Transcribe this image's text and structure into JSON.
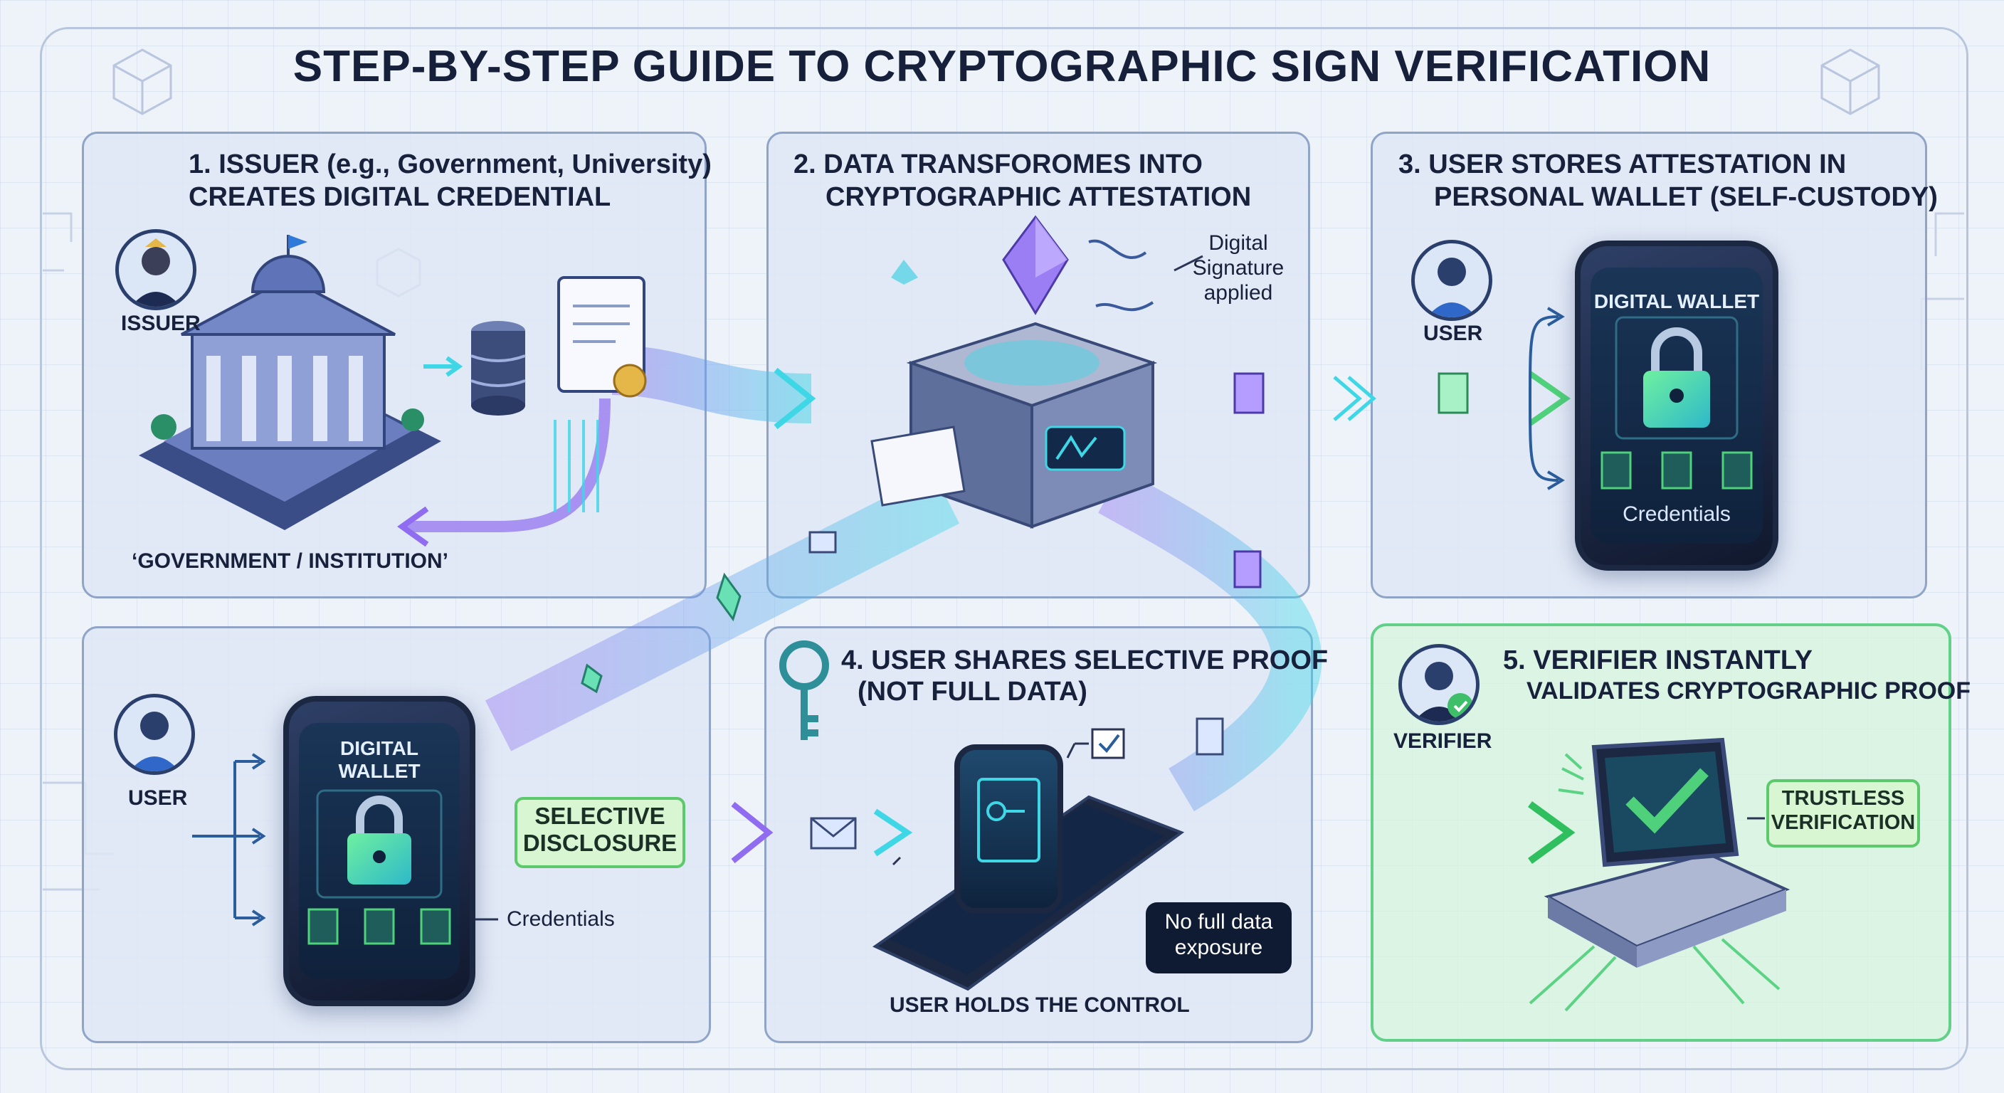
{
  "title": "STEP-BY-STEP GUIDE TO CRYPTOGRAPHIC SIGN VERIFICATION",
  "steps": {
    "s1": {
      "line1": "1. ISSUER (e.g., Government, University)",
      "line2": "CREATES DIGITAL CREDENTIAL",
      "role": "ISSUER",
      "caption": "‘GOVERNMENT / INSTITUTION’"
    },
    "s2": {
      "line1": "2.  DATA TRANSFOROMES INTO",
      "line2": "CRYPTOGRAPHIC ATTESTATION",
      "sig_line1": "Digital",
      "sig_line2": "Signature",
      "sig_line3": "applied"
    },
    "s3": {
      "line1": "3.  USER STORES ATTESTATION IN",
      "line2": "PERSONAL WALLET (SELF-CUSTODY)",
      "role": "USER",
      "wallet_title": "DIGITAL WALLET",
      "credentials": "Credentials"
    },
    "s4": {
      "line1": "4. USER SHARES SELECTIVE PROOF",
      "line2": "(NOT FULL DATA)",
      "callout_line1": "No full data",
      "callout_line2": "exposure",
      "caption": "USER HOLDS THE CONTROL"
    },
    "s4left": {
      "role": "USER",
      "wallet_line1": "DIGITAL",
      "wallet_line2": "WALLET",
      "credentials": "Credentials",
      "tag_line1": "SELECTIVE",
      "tag_line2": "DISCLOSURE"
    },
    "s5": {
      "line1": "5. VERIFIER INSTANTLY",
      "line2": "VALIDATES CRYPTOGRAPHIC PROOF",
      "role": "VERIFIER",
      "tag_line1": "TRUSTLESS",
      "tag_line2": "VERIFICATION"
    }
  },
  "colors": {
    "accent_cyan": "#3fd6e6",
    "accent_purple": "#8f6cf0",
    "accent_green": "#4fd07a",
    "dark_navy": "#17203b"
  },
  "icons": [
    "cube-network-icon",
    "government-building-icon",
    "database-icon",
    "document-certificate-icon",
    "ethereum-crystal-icon",
    "attestation-machine-icon",
    "padlock-icon",
    "key-icon",
    "envelope-icon",
    "checkmark-monitor-icon",
    "checkbox-icon"
  ]
}
